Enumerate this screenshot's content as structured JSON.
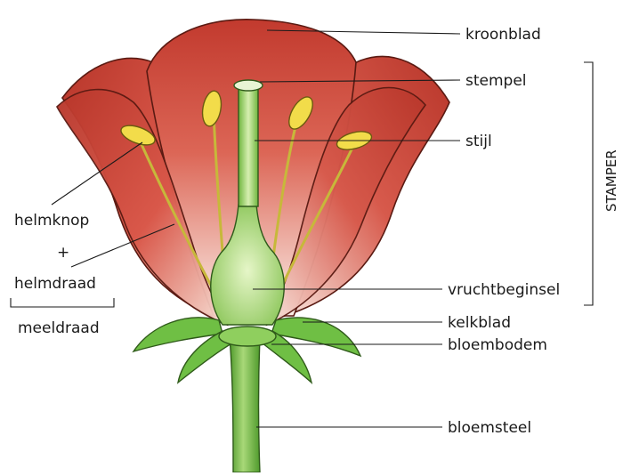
{
  "labels": {
    "kroonblad": "kroonblad",
    "stempel": "stempel",
    "stijl": "stijl",
    "vruchtbeginsel": "vruchtbeginsel",
    "kelkblad": "kelkblad",
    "bloembodem": "bloembodem",
    "bloemsteel": "bloemsteel",
    "helmknop": "helmknop",
    "plus": "+",
    "helmdraad": "helmdraad",
    "meeldraad": "meeldraad",
    "stamper": "STAMPER"
  },
  "colors": {
    "petal_dark": "#c4382c",
    "petal_light": "#f6dcd2",
    "green_dark": "#4f9a2c",
    "green_light": "#cfe9a8",
    "anther": "#f2dc4a",
    "line": "#1a1a1a"
  }
}
